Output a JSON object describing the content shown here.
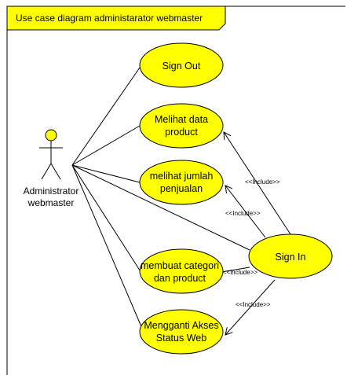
{
  "frame": {
    "title": "Use case diagram administarator webmaster"
  },
  "actor": {
    "name_line1": "Administrator",
    "name_line2": "webmaster"
  },
  "use_cases": {
    "sign_out": {
      "lines": [
        "Sign Out"
      ]
    },
    "melihat_data_product": {
      "lines": [
        "Melihat data",
        "product"
      ]
    },
    "melihat_jumlah_penjualan": {
      "lines": [
        "melihat jumlah",
        "penjualan"
      ]
    },
    "membuat_category": {
      "lines": [
        "membuat categori",
        "dan product"
      ]
    },
    "mengganti_akses": {
      "lines": [
        "Mengganti Akses",
        "Status Web"
      ]
    },
    "sign_in": {
      "lines": [
        "Sign In"
      ]
    }
  },
  "relations": {
    "include_label": "<<Include>>",
    "include_label_alt": "<<include>>"
  },
  "colors": {
    "use_case_fill": "#ffff00",
    "frame_header_fill": "#ffff00",
    "stroke": "#000000",
    "background": "#ffffff"
  }
}
